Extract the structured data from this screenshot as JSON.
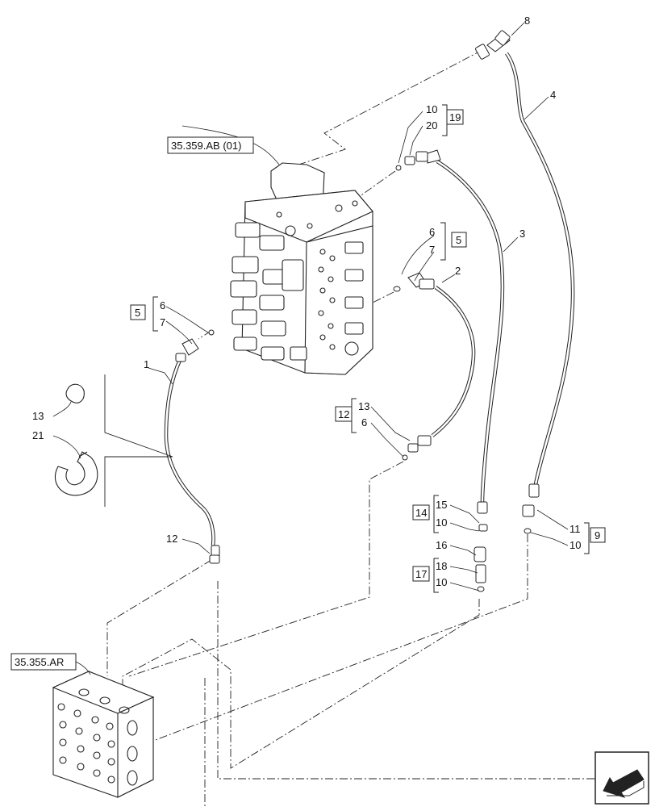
{
  "diagram": {
    "references": [
      {
        "id": "ref-valve",
        "label": "35.359.AB (01)"
      },
      {
        "id": "ref-block",
        "label": "35.355.AR"
      }
    ],
    "callouts": {
      "c1": "1",
      "c2": "2",
      "c3": "3",
      "c4": "4",
      "c5a": "5",
      "c6a": "6",
      "c7a": "7",
      "c5b": "5",
      "c6b": "6",
      "c7b": "7",
      "c8": "8",
      "c9": "9",
      "c11": "11",
      "c10a": "10",
      "c10b": "10",
      "c19": "19",
      "c20": "20",
      "c12a": "12",
      "c13a": "13",
      "c6c": "6",
      "c12b": "12",
      "c13b": "13",
      "c21": "21",
      "c14": "14",
      "c15": "15",
      "c10c": "10",
      "c16": "16",
      "c17": "17",
      "c18": "18",
      "c10d": "10"
    },
    "nav_icon": "arrow-back-icon"
  }
}
